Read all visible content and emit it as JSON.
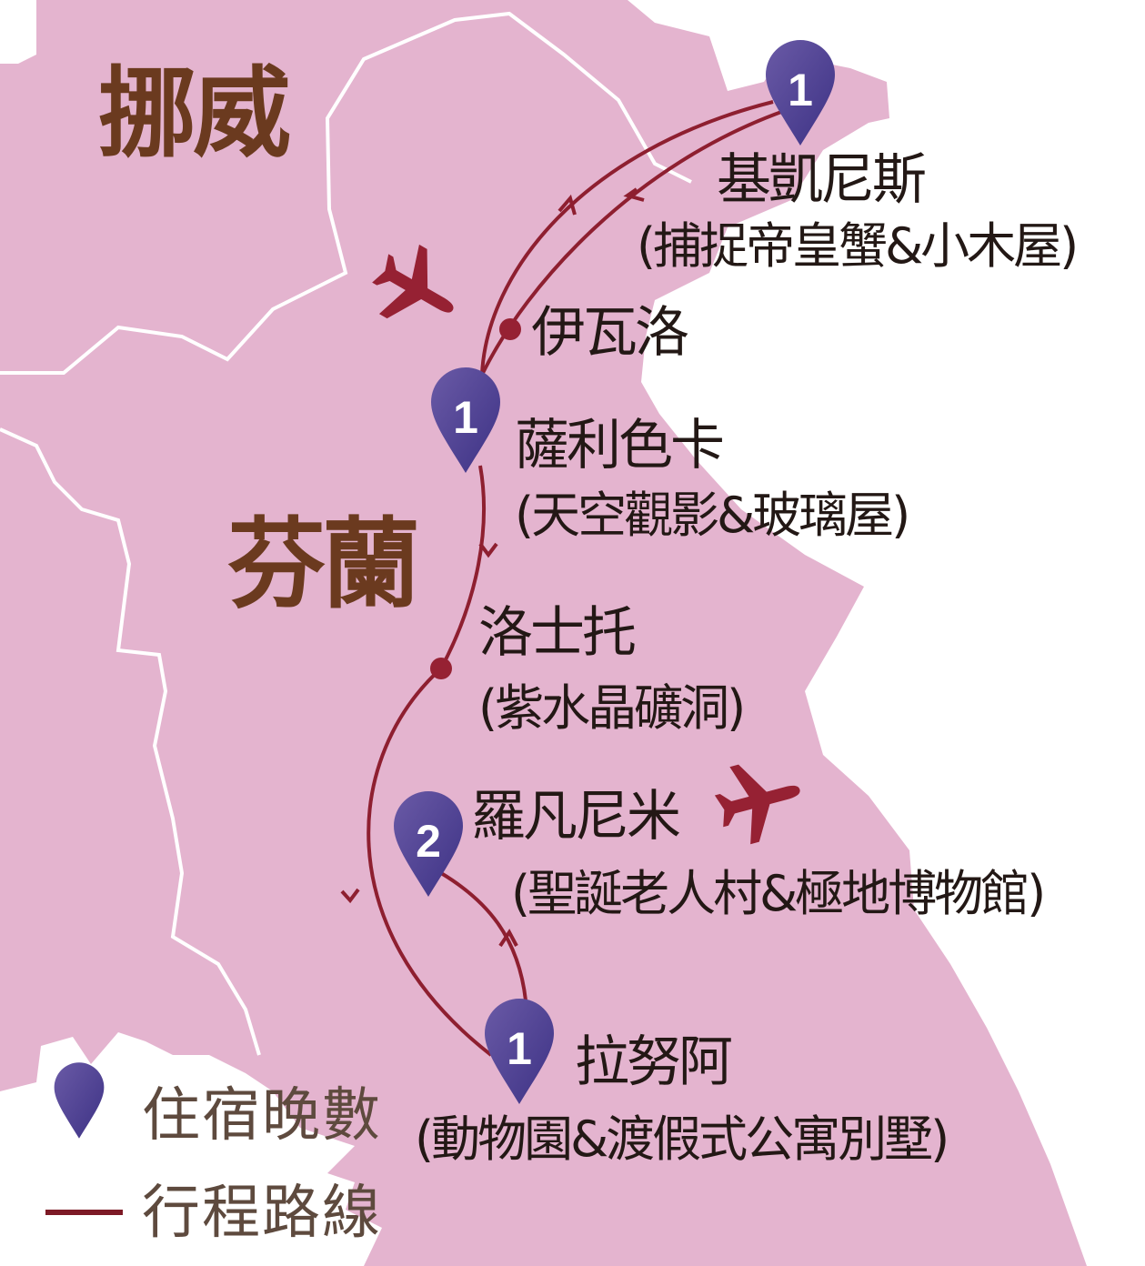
{
  "countries": {
    "norway": "挪威",
    "finland": "芬蘭"
  },
  "stops": [
    {
      "name": "基凱尼斯",
      "note": "(捕捉帝皇蟹&小木屋)",
      "nights": "1"
    },
    {
      "name": "伊瓦洛"
    },
    {
      "name": "薩利色卡",
      "note": "(天空觀影&玻璃屋)",
      "nights": "1"
    },
    {
      "name": "洛士托",
      "note": "(紫水晶礦洞)"
    },
    {
      "name": "羅凡尼米",
      "note": "(聖誕老人村&極地博物館)",
      "nights": "2"
    },
    {
      "name": "拉努阿",
      "note": "(動物園&渡假式公寓別墅)",
      "nights": "1"
    }
  ],
  "legend": {
    "pin": "住宿晚數",
    "route": "行程路線"
  },
  "colors": {
    "land": "#e4b4cf",
    "route": "#8e1f30",
    "pin": "#4a3d8c",
    "country_text": "#6b3a1f"
  }
}
